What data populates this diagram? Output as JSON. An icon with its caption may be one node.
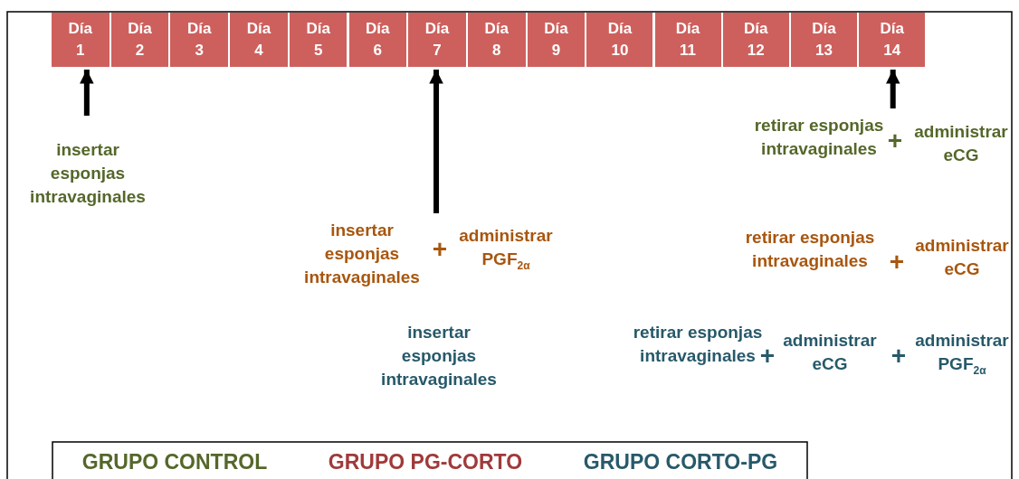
{
  "diagram": {
    "nodes": [
      {
        "text": [
          "Día 1"
        ]
      },
      {
        "text": [
          "Día 2"
        ]
      },
      {
        "text": [
          "Día 3"
        ]
      },
      {
        "text": [
          "Día 4"
        ]
      },
      {
        "text": [
          "Día 5"
        ]
      },
      {
        "text": [
          "Día 6"
        ]
      },
      {
        "text": [
          "Día 7"
        ]
      },
      {
        "text": [
          "Día 8"
        ]
      },
      {
        "text": [
          "Día 9"
        ]
      },
      {
        "text": [
          "Día 10"
        ]
      },
      {
        "text": [
          "Día 11"
        ]
      },
      {
        "text": [
          "Día 12"
        ]
      },
      {
        "text": [
          "Día 13"
        ]
      },
      {
        "text": [
          "Día 14"
        ]
      }
    ],
    "edges": [
      {
        "from": null,
        "to": 0,
        "arrow": "to"
      },
      {
        "from": null,
        "to": 6,
        "arrow": "to"
      },
      {
        "from": null,
        "to": 13,
        "arrow": "to"
      }
    ],
    "labels": [
      "insertar esponjas intravaginales",
      "retirar esponjas intravaginales",
      "+",
      "administrar eCG",
      "insertar esponjas intravaginales",
      "+",
      "administrar PGF$_{2α}$",
      "retirar esponjas intravaginales",
      "+",
      "administrar eCG",
      "insertar esponjas intravaginales",
      "retirar esponjas intravaginales",
      "+",
      "administrar eCG",
      "+",
      "administrar PGF$_{2α}$"
    ],
    "legend": [
      {
        "text": "GRUPO CONTROL",
        "color": "#55672a"
      },
      {
        "text": "GRUPO PG-CORTO",
        "color": "#a03a3a"
      },
      {
        "text": "GRUPO CORTO-PG",
        "color": "#27596a"
      }
    ]
  }
}
